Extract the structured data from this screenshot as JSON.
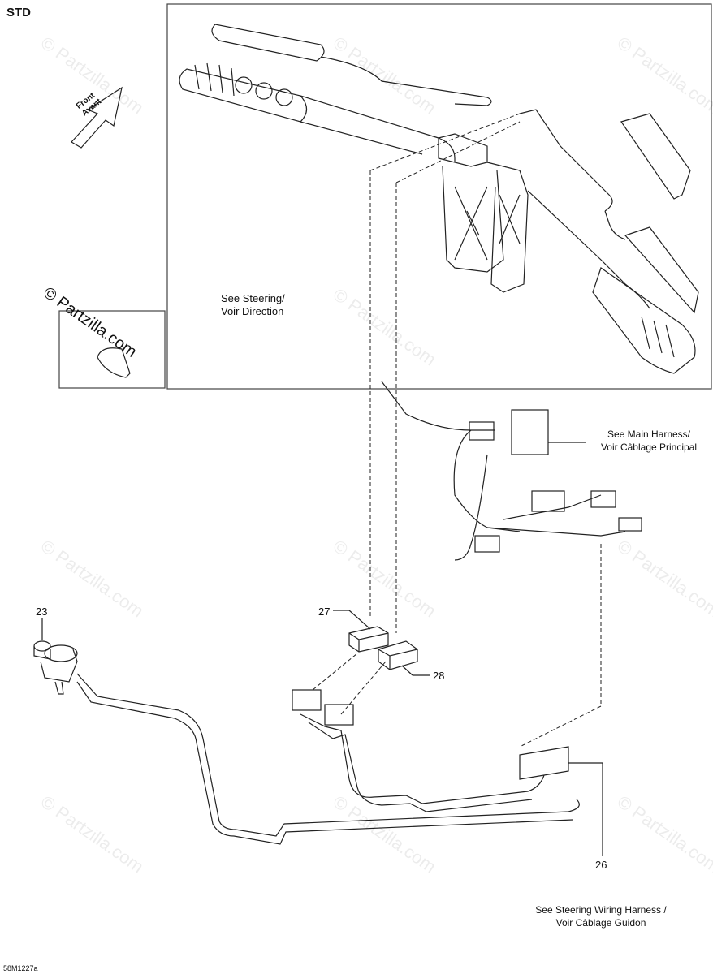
{
  "header": {
    "variant": "STD"
  },
  "direction_arrow": {
    "line1": "Front",
    "line2": "Avant"
  },
  "inset": {
    "logo_text": "© Partzilla.com"
  },
  "callouts": {
    "steering": [
      "See Steering/",
      "Voir Direction"
    ],
    "main_harness": [
      "See Main Harness/",
      "Voir Câblage Principal"
    ],
    "wiring_harness": [
      "See Steering Wiring Harness /",
      "Voir Câblage Guidon"
    ]
  },
  "parts": {
    "p23": "23",
    "p27": "27",
    "p28": "28",
    "p26": "26"
  },
  "footer": {
    "drawing_code": "58M1227a"
  },
  "watermark": {
    "text": "© Partzilla.com"
  },
  "colors": {
    "line": "#222222",
    "border": "#444444"
  }
}
